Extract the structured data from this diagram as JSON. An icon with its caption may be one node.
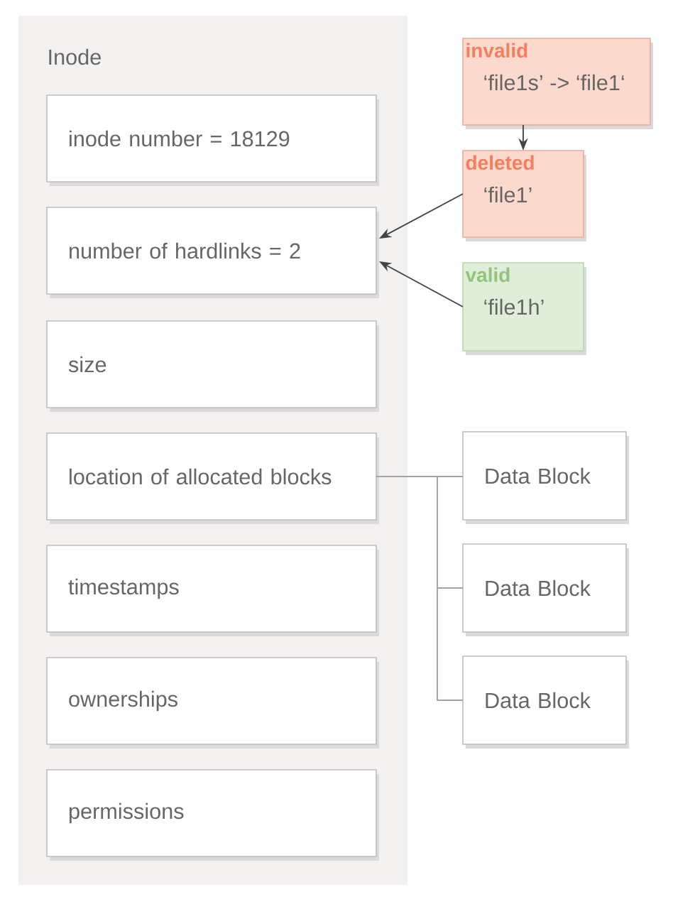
{
  "diagram": {
    "nodes": [
      {
        "text": [
          "Inode"
        ]
      },
      {
        "text": [
          "inode number = 18129"
        ],
        "in": 0
      },
      {
        "text": [
          "number of hardlinks = 2"
        ],
        "in": 0
      },
      {
        "text": [
          "size"
        ],
        "in": 0
      },
      {
        "text": [
          "location of allocated blocks"
        ],
        "in": 0
      },
      {
        "text": [
          "timestamps"
        ],
        "in": 0
      },
      {
        "text": [
          "ownerships"
        ],
        "in": 0
      },
      {
        "text": [
          "permissions"
        ],
        "in": 0
      },
      {
        "text": [
          "invalid",
          "‘file1s’ -> ‘file1‘"
        ]
      },
      {
        "text": [
          "deleted",
          "‘file1’"
        ]
      },
      {
        "text": [
          "valid",
          "‘file1h’"
        ]
      },
      {
        "text": [
          "Data Block"
        ]
      },
      {
        "text": [
          "Data Block"
        ]
      },
      {
        "text": [
          "Data Block"
        ]
      }
    ],
    "edges": [
      {
        "from": 8,
        "to": 9,
        "arrow": "to"
      },
      {
        "from": 9,
        "to": 2,
        "arrow": "to"
      },
      {
        "from": 10,
        "to": 2,
        "arrow": "to"
      },
      {
        "from": 4,
        "to": 11,
        "arrow": "none",
        "color": "#a3a3a3"
      },
      {
        "from": 4,
        "to": 12,
        "arrow": "none",
        "color": "#a3a3a3"
      },
      {
        "from": 4,
        "to": 13,
        "arrow": "none",
        "color": "#a3a3a3"
      }
    ]
  }
}
